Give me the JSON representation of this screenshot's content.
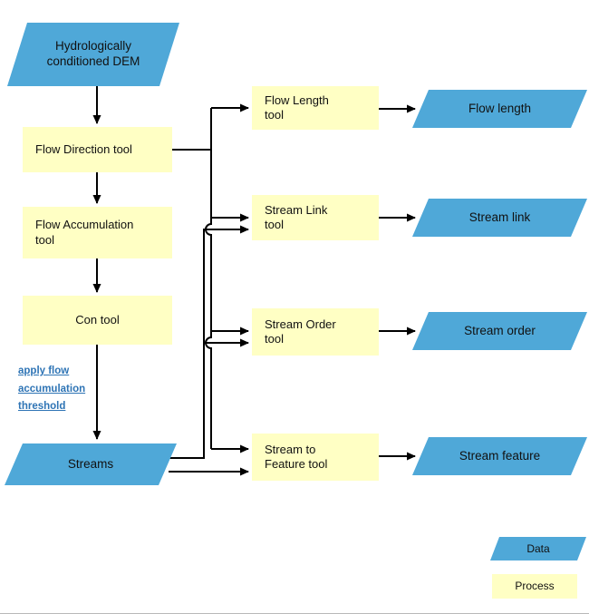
{
  "diagram": {
    "nodes": {
      "dem": "Hydrologically conditioned DEM",
      "flow_direction_tool": "Flow Direction tool",
      "flow_accumulation_tool": "Flow Accumulation tool",
      "con_tool": "Con tool",
      "streams": "Streams",
      "flow_length_tool": "Flow Length tool",
      "stream_link_tool": "Stream Link tool",
      "stream_order_tool": "Stream Order tool",
      "stream_to_feature_tool": "Stream to Feature tool",
      "flow_length": "Flow length",
      "stream_link": "Stream link",
      "stream_order": "Stream order",
      "stream_feature": "Stream feature"
    },
    "annotation": {
      "text": "apply flow accumulation threshold",
      "lines": [
        "apply flow",
        "accumulation",
        "threshold"
      ]
    },
    "legend": {
      "data": "Data",
      "process": "Process"
    },
    "edges": [
      {
        "from": "Hydrologically conditioned DEM",
        "to": "Flow Direction tool"
      },
      {
        "from": "Flow Direction tool",
        "to": "Flow Accumulation tool"
      },
      {
        "from": "Flow Accumulation tool",
        "to": "Con tool"
      },
      {
        "from": "Con tool",
        "to": "Streams",
        "label": "apply flow accumulation threshold"
      },
      {
        "from": "Flow Direction tool",
        "to": "Flow Length tool"
      },
      {
        "from": "Flow Direction tool",
        "to": "Stream Link tool"
      },
      {
        "from": "Flow Direction tool",
        "to": "Stream Order tool"
      },
      {
        "from": "Flow Direction tool",
        "to": "Stream to Feature tool"
      },
      {
        "from": "Streams",
        "to": "Stream Link tool"
      },
      {
        "from": "Streams",
        "to": "Stream Order tool"
      },
      {
        "from": "Streams",
        "to": "Stream to Feature tool"
      },
      {
        "from": "Flow Length tool",
        "to": "Flow length"
      },
      {
        "from": "Stream Link tool",
        "to": "Stream link"
      },
      {
        "from": "Stream Order tool",
        "to": "Stream order"
      },
      {
        "from": "Stream to Feature tool",
        "to": "Stream feature"
      }
    ],
    "colors": {
      "data_fill": "#4FA8D8",
      "process_fill": "#FFFFC4",
      "connector": "#000000",
      "annotation_text": "#2E74B5"
    }
  }
}
